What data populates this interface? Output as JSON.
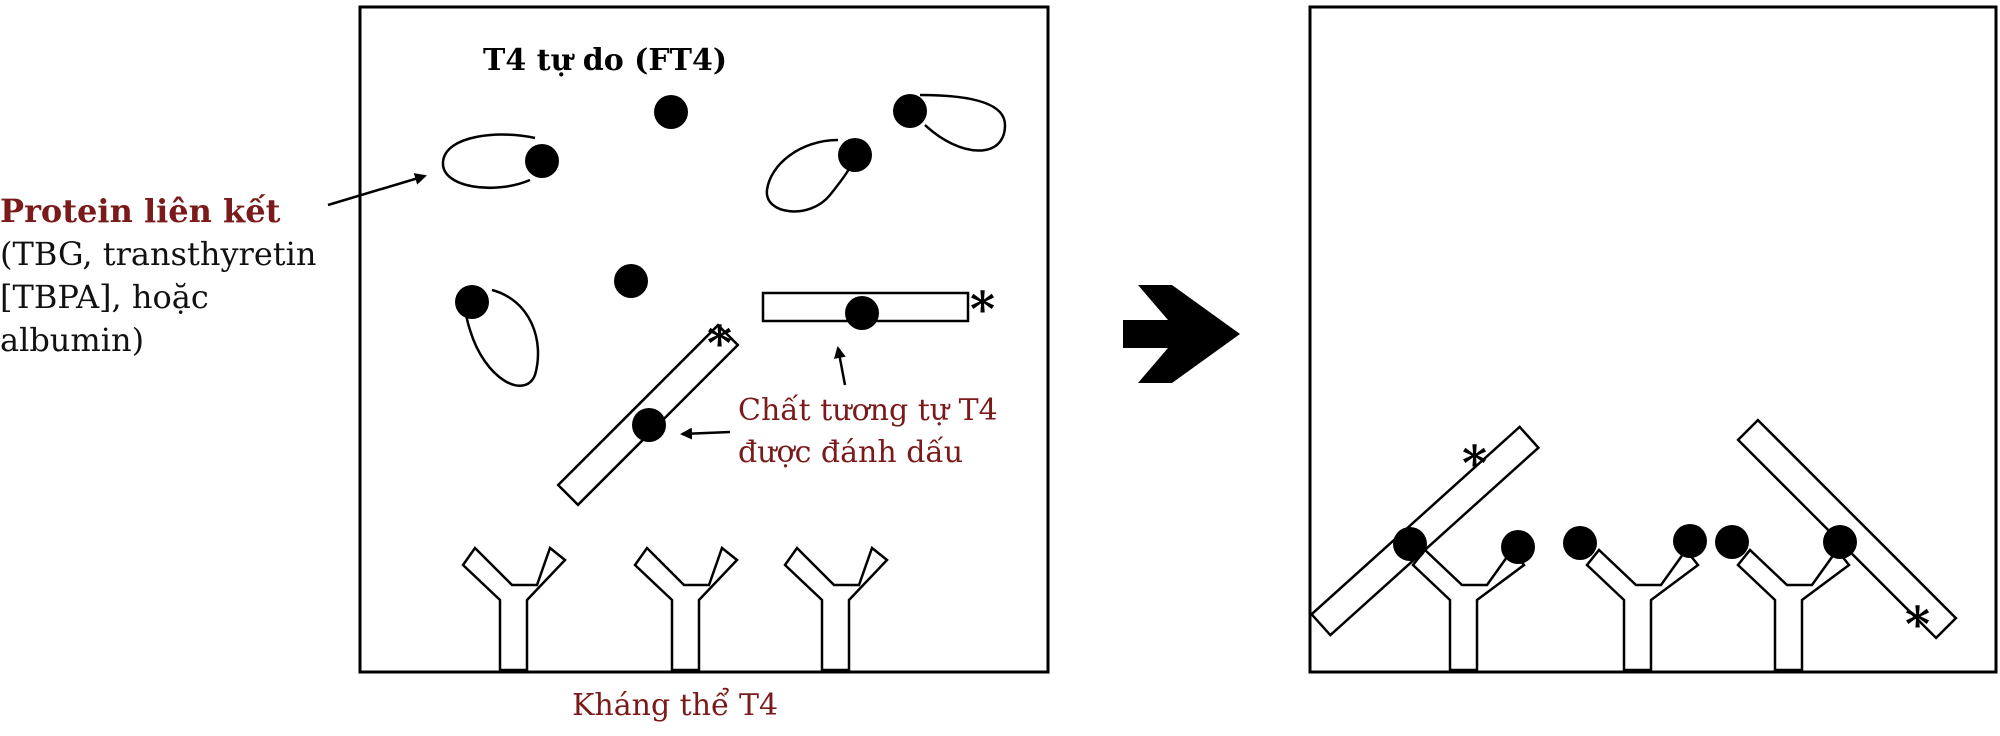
{
  "labels": {
    "free_t4": "T4 tự do (FT4)",
    "binding_protein_title": "Protein liên kết",
    "binding_protein_body": "(TBG, transthyretin [TBPA], hoặc albumin)",
    "labeled_analog_line1": "Chất tương tự T4",
    "labeled_analog_line2": "được đánh dấu",
    "antibody": "Kháng thể T4",
    "label_marker": "*"
  },
  "colors": {
    "accent_text": "#7a1a1a",
    "ink": "#000000"
  },
  "icons": {
    "process_arrow": "right-arrow-icon"
  }
}
